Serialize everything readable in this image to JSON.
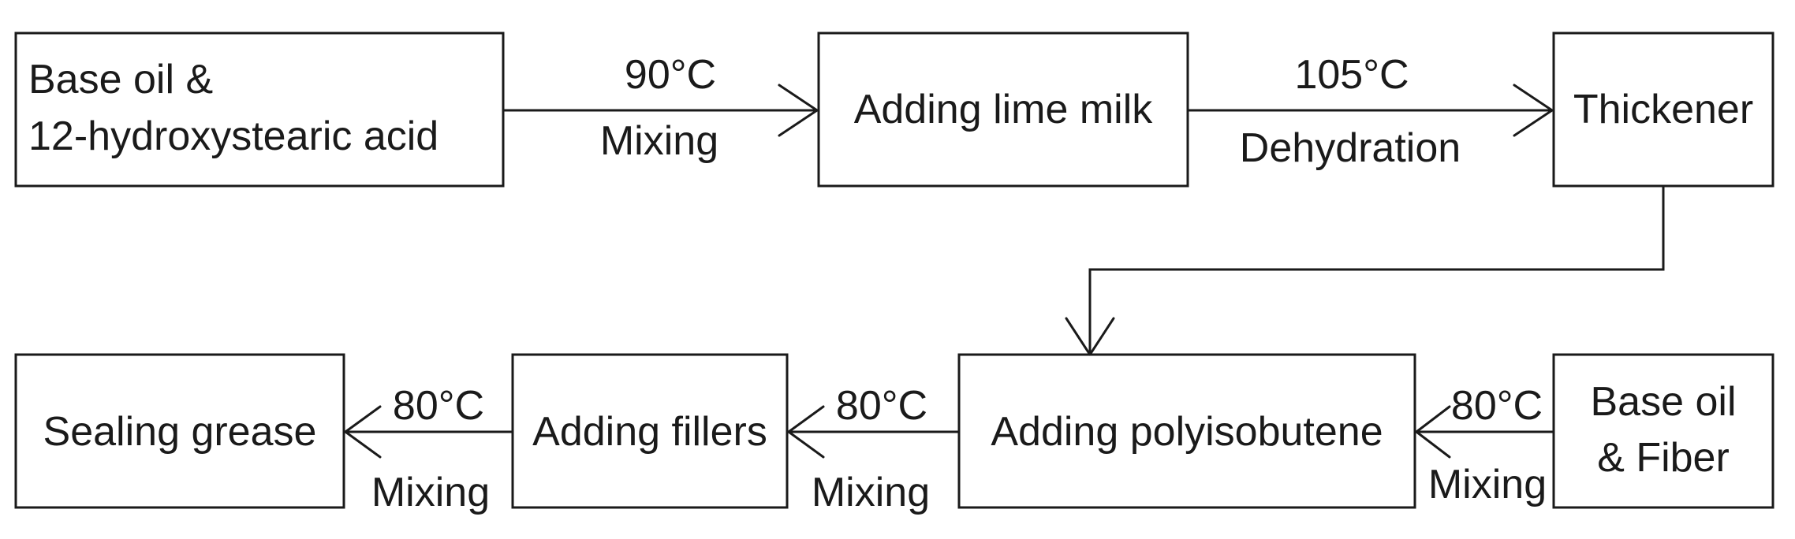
{
  "nodes": {
    "base_oil_acid": {
      "line1": "Base oil &",
      "line2": "12-hydroxystearic acid"
    },
    "lime_milk": {
      "label": "Adding lime milk"
    },
    "thickener": {
      "label": "Thickener"
    },
    "base_oil_fiber": {
      "line1": "Base oil",
      "line2": "& Fiber"
    },
    "polyisobutene": {
      "label": "Adding polyisobutene"
    },
    "fillers": {
      "label": "Adding fillers"
    },
    "sealing_grease": {
      "label": "Sealing grease"
    }
  },
  "edges": {
    "mix1": {
      "temp": "90°C",
      "process": "Mixing"
    },
    "dehydration": {
      "temp": "105°C",
      "process": "Dehydration"
    },
    "mix_fiber": {
      "temp": "80°C",
      "process": "Mixing"
    },
    "mix_fillers": {
      "temp": "80°C",
      "process": "Mixing"
    },
    "mix_final": {
      "temp": "80°C",
      "process": "Mixing"
    }
  },
  "colors": {
    "stroke": "#1a1a1a",
    "background": "#ffffff"
  }
}
